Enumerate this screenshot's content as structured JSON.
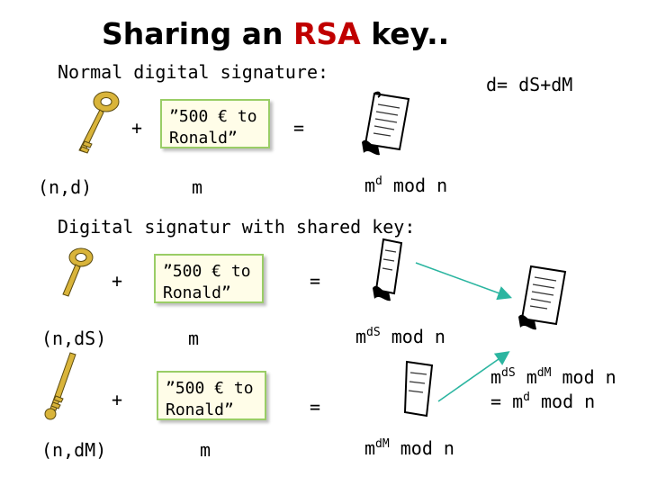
{
  "title": {
    "prefix": "Sharing an ",
    "accent": "RSA",
    "suffix": " key.."
  },
  "section1": {
    "heading": "Normal digital signature:",
    "formula": "d= dS+dM",
    "plus": "+",
    "equals": "=",
    "message": "”500 € to Ronald”",
    "key_label": "(n,d)",
    "m_label": "m",
    "result_base": "m",
    "result_exp": "d",
    "result_suffix": " mod n"
  },
  "section2": {
    "heading": "Digital signatur with shared key:",
    "row1": {
      "plus": "+",
      "equals": "=",
      "message": "”500 € to Ronald”",
      "key_label": "(n,dS)",
      "m_label": "m",
      "result_base": "m",
      "result_exp": "dS",
      "result_suffix": " mod n"
    },
    "row2": {
      "plus": "+",
      "equals": "=",
      "message": "”500 € to Ronald”",
      "key_label": "(n,dM)",
      "m_label": "m",
      "result_base": "m",
      "result_exp": "dM",
      "result_suffix": " mod n"
    },
    "combined": {
      "line1_base1": "m",
      "line1_exp1": "dS",
      "line1_base2": " m",
      "line1_exp2": "dM",
      "line1_suffix": " mod n",
      "line2_prefix": "= m",
      "line2_exp": "d",
      "line2_suffix": " mod n"
    }
  },
  "colors": {
    "accent": "#c00000",
    "key": "#c9a227",
    "box_border": "#9acd66",
    "arrow": "#2bb5a0"
  },
  "icons": [
    "key-icon",
    "document-icon",
    "arrow-icon"
  ]
}
